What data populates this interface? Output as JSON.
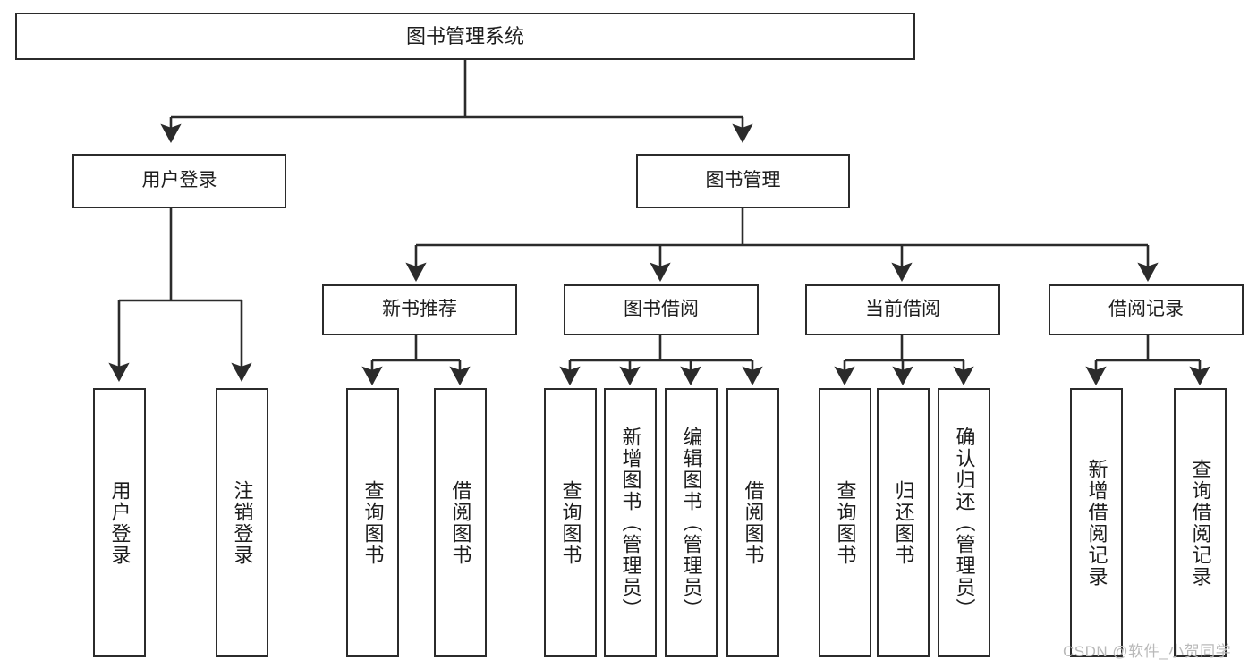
{
  "diagram": {
    "title": "图书管理系统",
    "root": {
      "id": "root",
      "label": "图书管理系统"
    },
    "level2": [
      {
        "id": "login",
        "label": "用户登录"
      },
      {
        "id": "bookmgmt",
        "label": "图书管理"
      }
    ],
    "level3": [
      {
        "id": "newbook",
        "label": "新书推荐"
      },
      {
        "id": "borrow",
        "label": "图书借阅"
      },
      {
        "id": "current",
        "label": "当前借阅"
      },
      {
        "id": "record",
        "label": "借阅记录"
      }
    ],
    "leaves": {
      "login": [
        {
          "id": "leaf-user-login",
          "label": "用户登录"
        },
        {
          "id": "leaf-user-logout",
          "label": "注销登录"
        }
      ],
      "newbook": [
        {
          "id": "leaf-query-book-1",
          "label": "查询图书"
        },
        {
          "id": "leaf-borrow-book-1",
          "label": "借阅图书"
        }
      ],
      "borrow": [
        {
          "id": "leaf-query-book-2",
          "label": "查询图书"
        },
        {
          "id": "leaf-add-book",
          "label": "新增图书（管理员）"
        },
        {
          "id": "leaf-edit-book",
          "label": "编辑图书（管理员）"
        },
        {
          "id": "leaf-borrow-book-2",
          "label": "借阅图书"
        }
      ],
      "current": [
        {
          "id": "leaf-query-book-3",
          "label": "查询图书"
        },
        {
          "id": "leaf-return-book",
          "label": "归还图书"
        },
        {
          "id": "leaf-confirm-return",
          "label": "确认归还（管理员）"
        }
      ],
      "record": [
        {
          "id": "leaf-add-record",
          "label": "新增借阅记录"
        },
        {
          "id": "leaf-query-record",
          "label": "查询借阅记录"
        }
      ]
    },
    "watermark": "CSDN @软件_小贺同学",
    "colors": {
      "stroke": "#2b2b2b",
      "background": "#ffffff",
      "text": "#1d1d1d",
      "watermark": "#b9b9b9"
    }
  }
}
